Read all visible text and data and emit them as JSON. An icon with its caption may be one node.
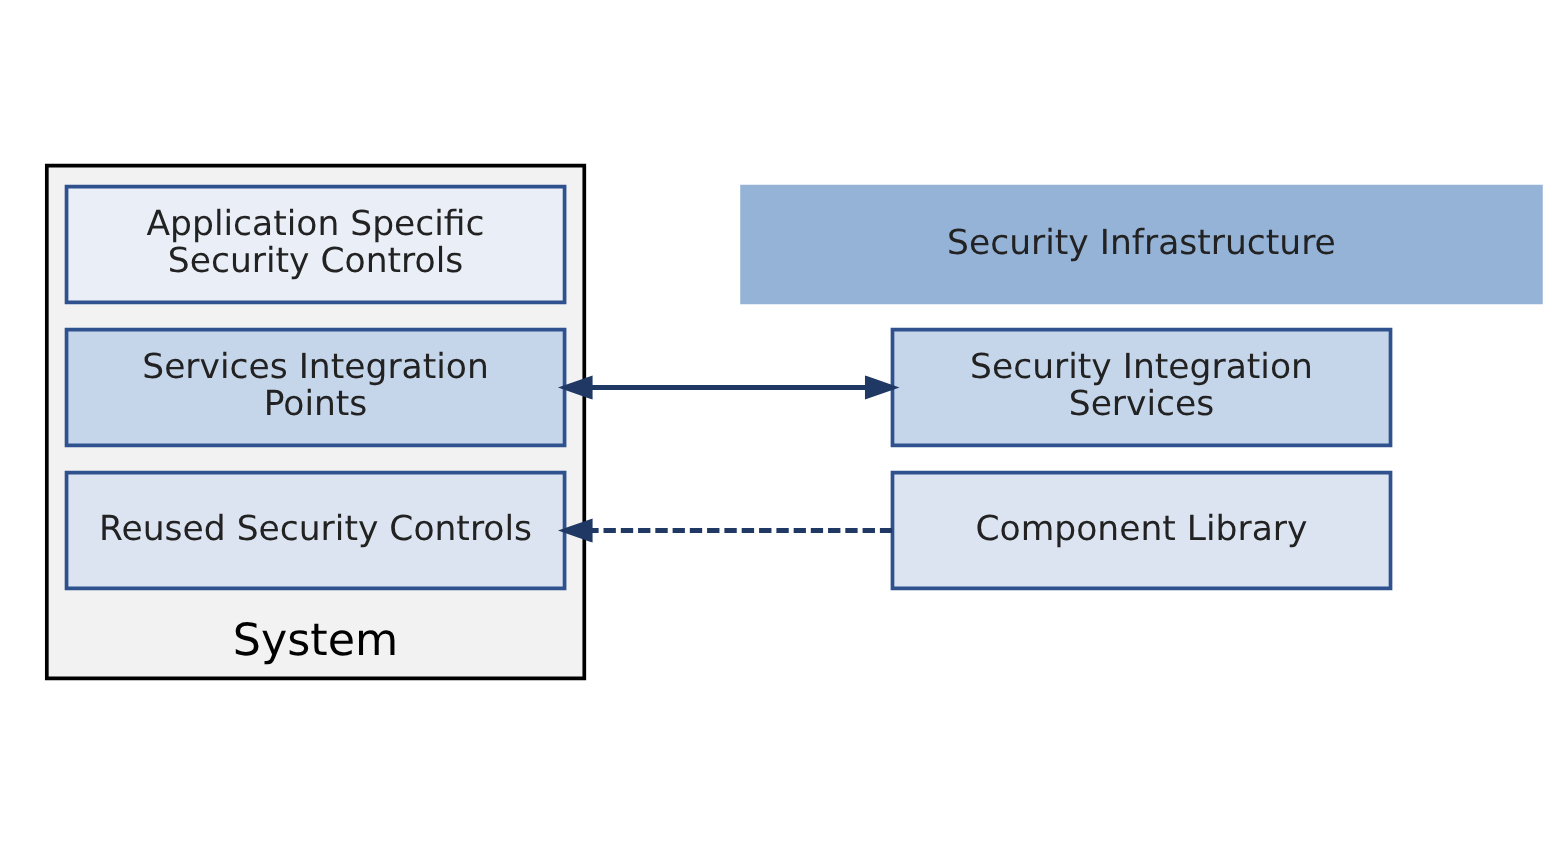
{
  "diagram": {
    "nodes": [
      {
        "text": [
          "System"
        ]
      },
      {
        "text": [
          "Application Specific Security Controls"
        ],
        "in": 0
      },
      {
        "text": [
          "Reused Security Controls"
        ],
        "in": 0
      },
      {
        "text": [
          "Services Integration Points"
        ],
        "in": 0
      },
      {
        "text": [
          "Component Library"
        ]
      },
      {
        "text": [
          "Security Integration Services"
        ]
      },
      {
        "text": [
          "Security Infrastructure"
        ]
      }
    ],
    "edges": [
      {
        "from": 4,
        "to": 2,
        "arrow": "to",
        "style": "dashed"
      },
      {
        "from": 3,
        "to": 5,
        "arrow": "both"
      }
    ]
  }
}
